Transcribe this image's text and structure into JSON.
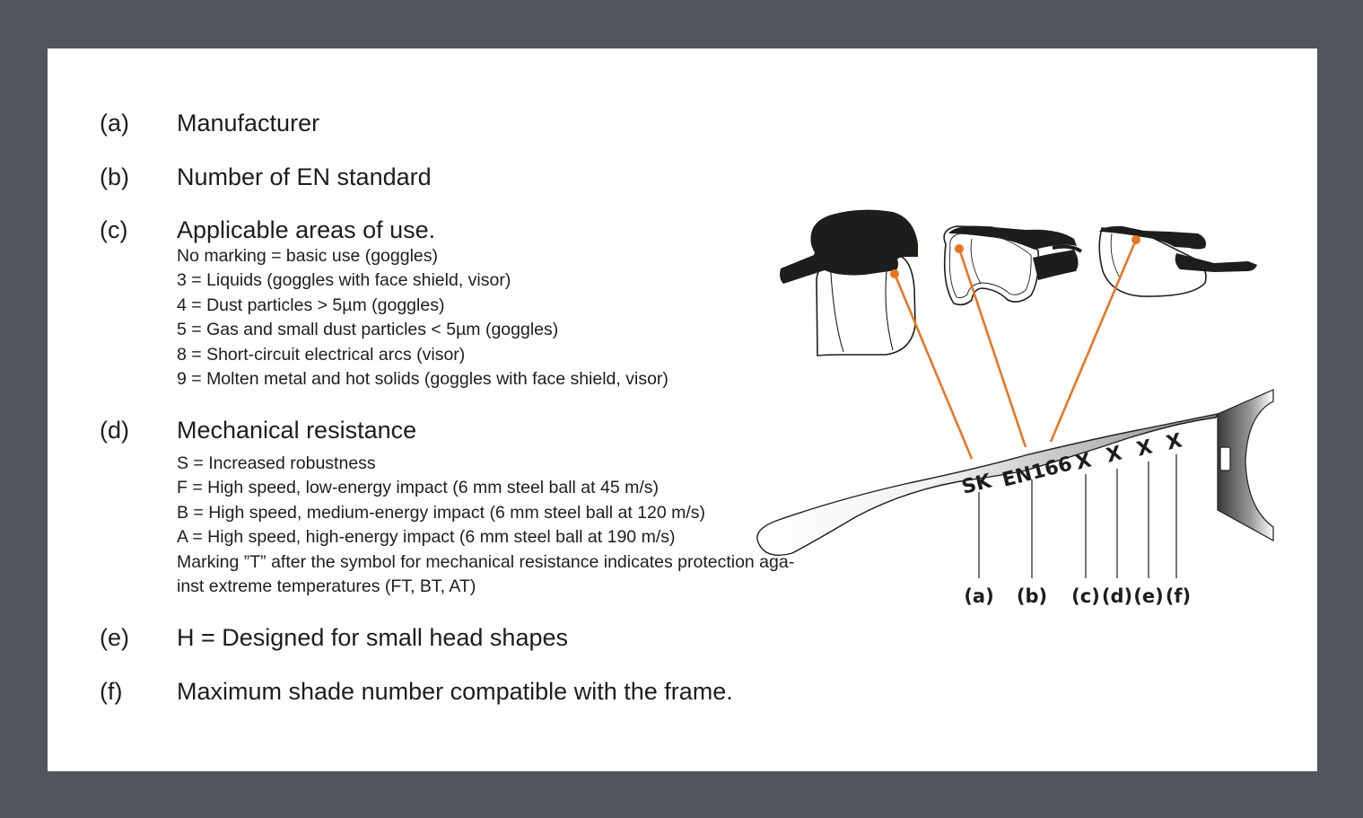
{
  "entries": [
    {
      "letter": "(a)",
      "title": "Manufacturer",
      "lines": []
    },
    {
      "letter": "(b)",
      "title": "Number of EN standard",
      "lines": []
    },
    {
      "letter": "(c)",
      "title": "Applicable areas of use.",
      "lines": [
        "No marking = basic use (goggles)",
        "3 = Liquids (goggles with face shield, visor)",
        "4 = Dust particles > 5µm (goggles)",
        "5 = Gas and small dust particles < 5µm (goggles)",
        "8 = Short-circuit electrical arcs (visor)",
        "9 = Molten metal and hot solids (goggles with face shield, visor)"
      ]
    },
    {
      "letter": "(d)",
      "title": "Mechanical resistance",
      "lines": [
        "S = Increased robustness",
        "F = High speed, low-energy impact (6 mm steel ball at 45 m/s)",
        "B = High speed, medium-energy impact (6 mm steel ball at 120 m/s)",
        "A = High speed, high-energy impact (6 mm steel ball at 190 m/s)",
        "Marking ”T” after the symbol for mechanical resistance indicates protection aga-",
        "inst extreme temperatures (FT, BT, AT)"
      ]
    },
    {
      "letter": "(e)",
      "title": "H = Designed for small head shapes",
      "lines": []
    },
    {
      "letter": "(f)",
      "title": "Maximum shade number compatible with the frame.",
      "lines": []
    }
  ],
  "temple_marking": {
    "manufacturer": "SK",
    "standard": "EN166",
    "codes": [
      "X",
      "X",
      "X",
      "X"
    ]
  },
  "callout_labels": [
    "(a)",
    "(b)",
    "(c)",
    "(d)",
    "(e)",
    "(f)"
  ],
  "colors": {
    "background": "#52555e",
    "sheet": "#ffffff",
    "text": "#1d1d1b",
    "accent": "#e87722"
  },
  "icons": [
    "face-shield-icon",
    "goggles-icon",
    "safety-glasses-icon",
    "temple-arm-icon"
  ]
}
